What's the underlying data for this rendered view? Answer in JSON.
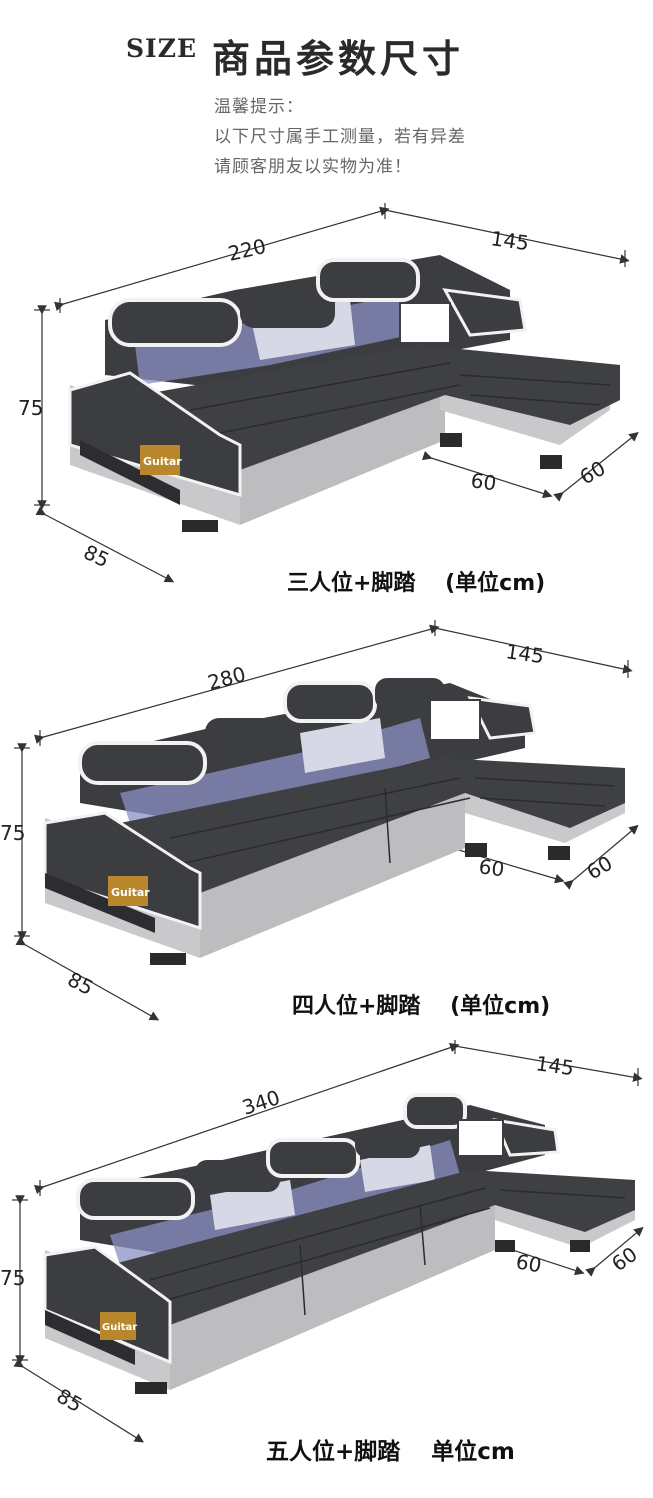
{
  "header": {
    "size_label": "SIZE",
    "title": "商品参数尺寸",
    "notes": [
      "温馨提示：",
      "以下尺寸属手工测量，若有异差",
      "请顾客朋友以实物为准！"
    ]
  },
  "sofas": [
    {
      "caption": "三人位+脚踏　 (单位cm)",
      "dims": {
        "length": "220",
        "chaise_length": "145",
        "height": "75",
        "depth": "85",
        "chaise_depth": "60",
        "chaise_width": "60"
      },
      "pocket_text": "Guitar"
    },
    {
      "caption": "四人位+脚踏　 (单位cm)",
      "dims": {
        "length": "280",
        "chaise_length": "145",
        "height": "75",
        "depth": "85",
        "chaise_depth": "60",
        "chaise_width": "60"
      },
      "pocket_text": "Guitar"
    },
    {
      "caption": "五人位+脚踏　 单位cm",
      "dims": {
        "length": "340",
        "chaise_length": "145",
        "height": "75",
        "depth": "85",
        "chaise_depth": "60",
        "chaise_width": "60"
      },
      "pocket_text": "Guitar"
    }
  ],
  "colors": {
    "fabric_dark": "#3c3d40",
    "fabric_base": "#c9c9cb",
    "trim_white": "#f2f2f2",
    "pillow_floral": "#8b8fc4",
    "leg": "#2a2a2a",
    "dim_line": "#333333"
  }
}
